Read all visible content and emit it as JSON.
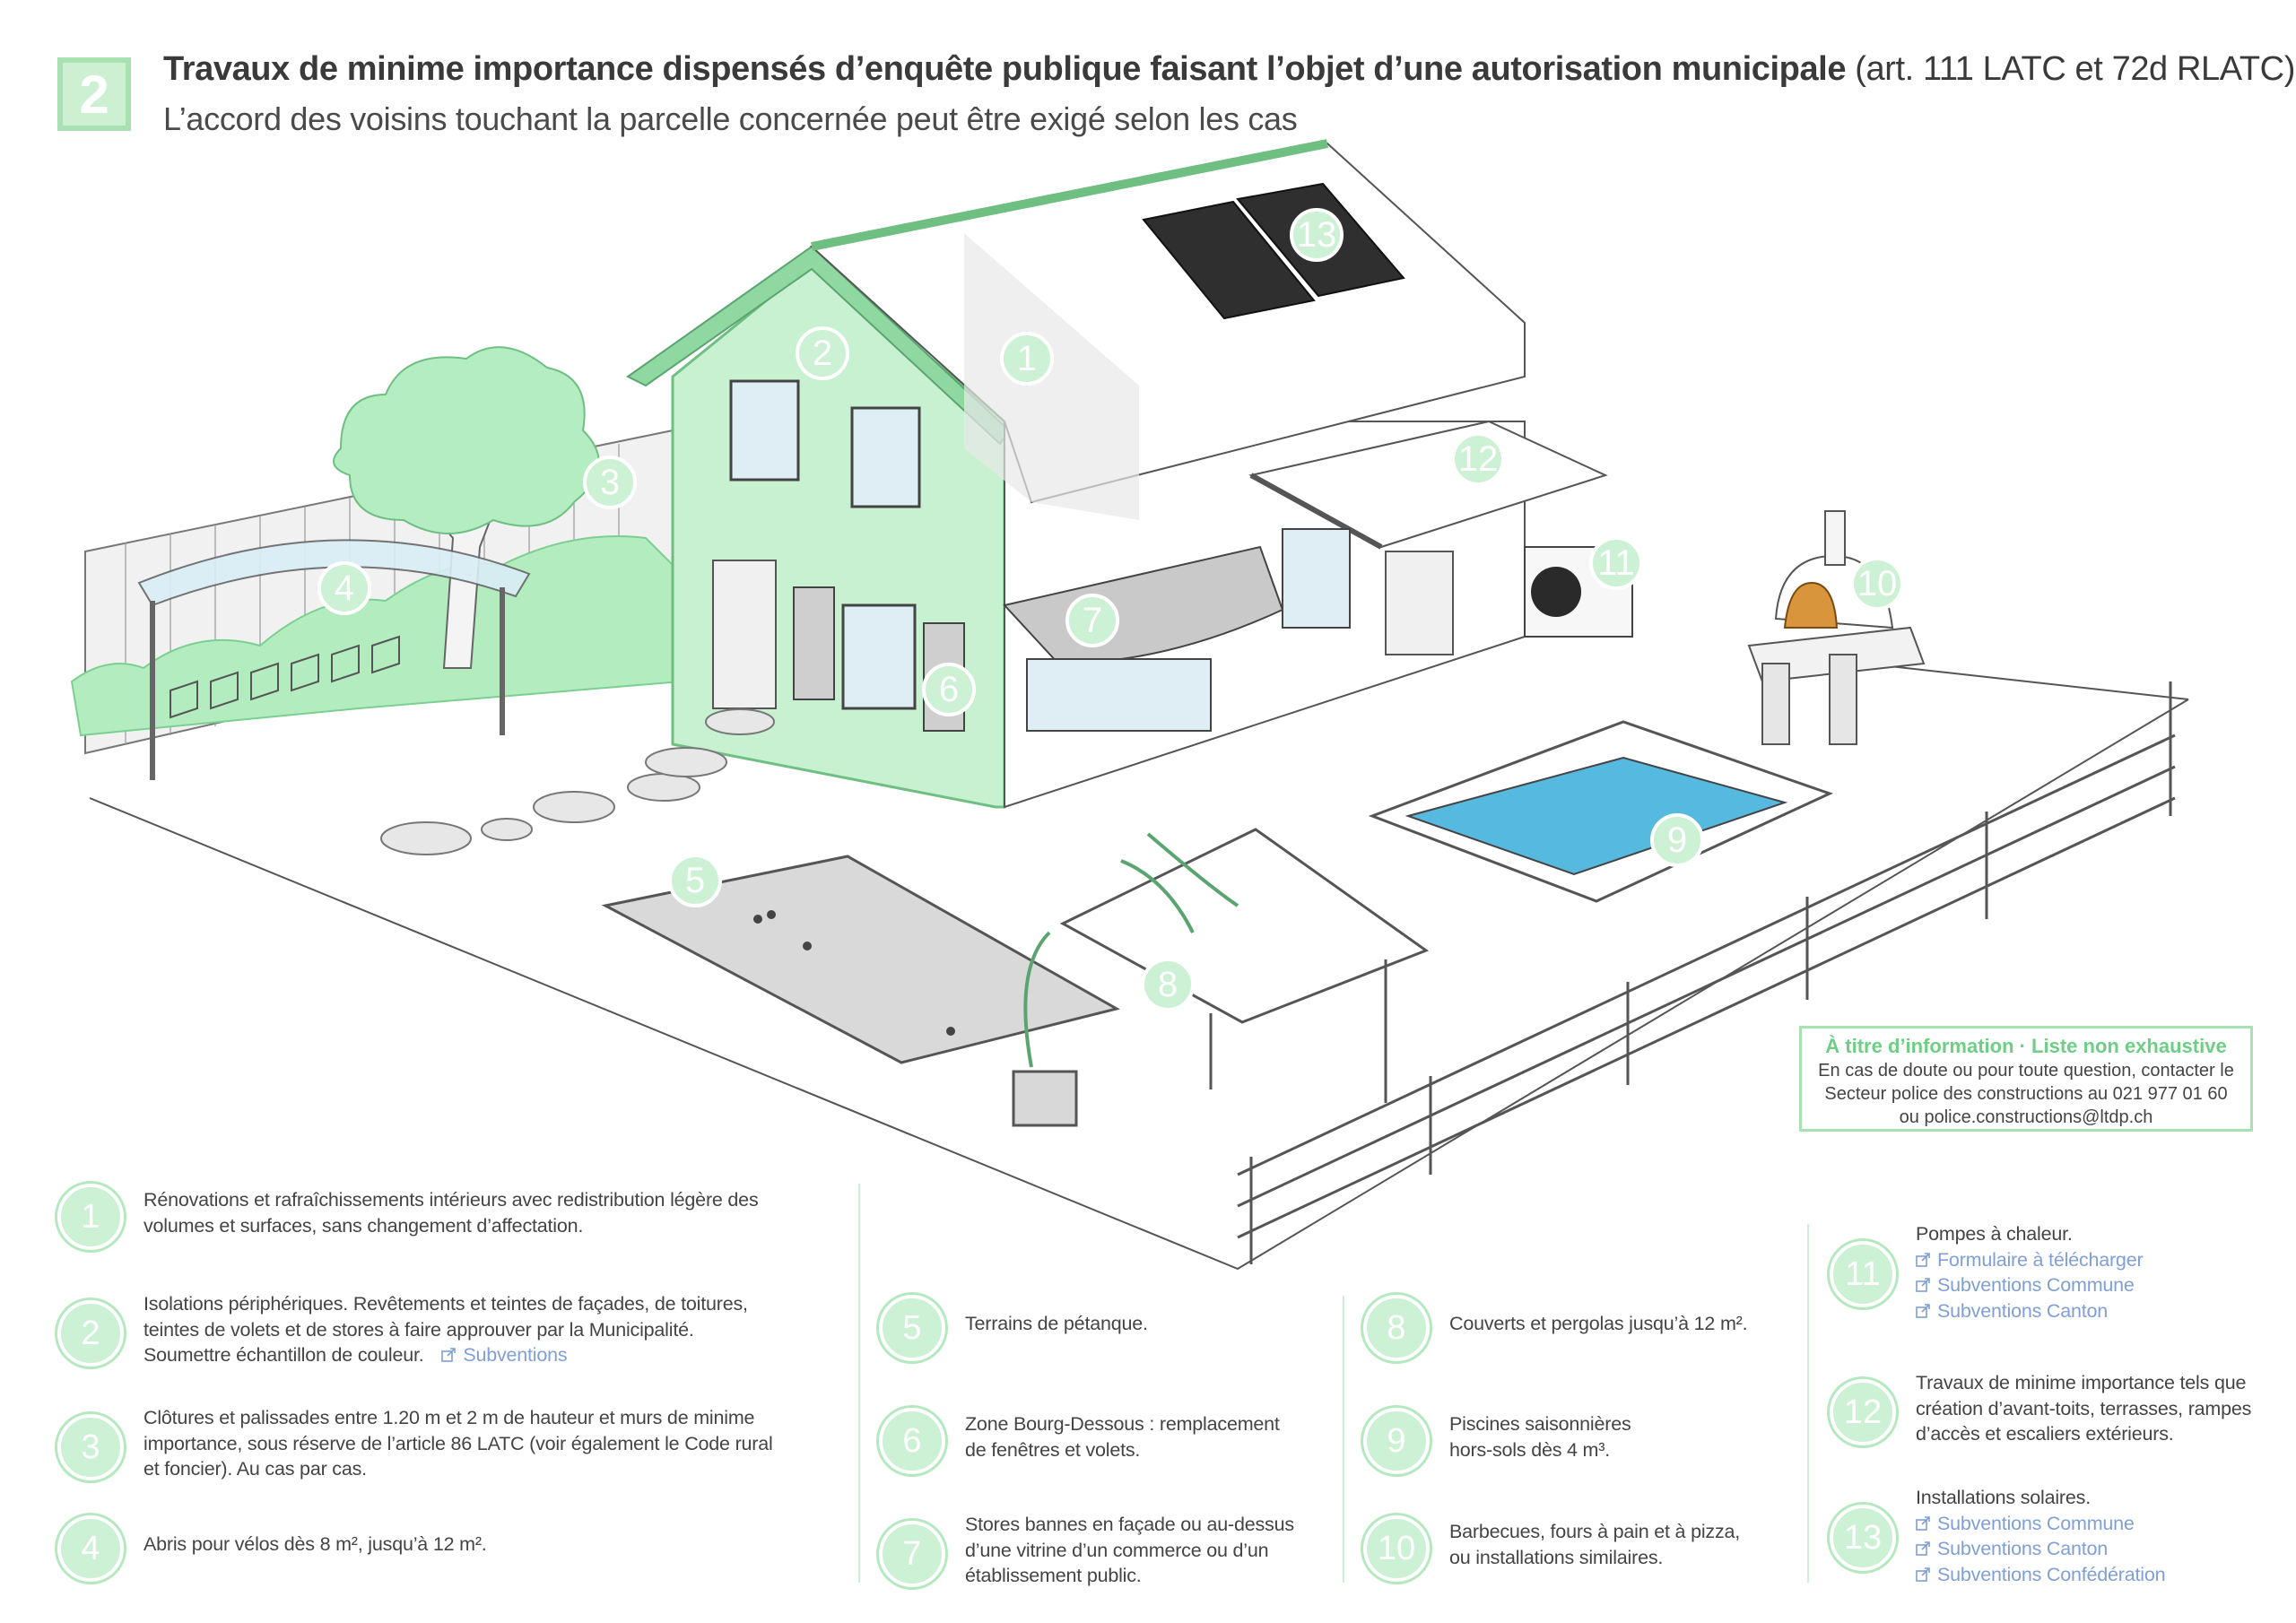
{
  "header": {
    "badge": "2",
    "title_bold": "Travaux de minime importance dispensés d’enquête publique faisant l’objet d’une autorisation municipale",
    "title_rest": " (art. 111 LATC et 72d RLATC)",
    "subtitle": "L’accord des voisins touchant la parcelle concernée peut être exigé selon les cas"
  },
  "colors": {
    "accent_green": "#a8e2b3",
    "light_green": "#ccf1d4",
    "link_blue": "#7f9fd6",
    "text_gray": "#444444"
  },
  "markers": [
    "1",
    "2",
    "3",
    "4",
    "5",
    "6",
    "7",
    "8",
    "9",
    "10",
    "11",
    "12",
    "13"
  ],
  "info_box": {
    "title": "À titre d’information · Liste non exhaustive",
    "line1": "En cas de doute ou pour toute question, contacter le",
    "line2": "Secteur police des constructions au 021 977 01 60",
    "line3": "ou police.constructions@ltdp.ch"
  },
  "legend": {
    "i1": {
      "num": "1",
      "l1": "Rénovations et rafraîchissements intérieurs avec redistribution légère des",
      "l2": "volumes et surfaces, sans changement d’affectation."
    },
    "i2": {
      "num": "2",
      "l1": "Isolations périphériques. Revêtements et teintes de façades, de toitures,",
      "l2": "teintes de volets et de stores à faire approuver par la Municipalité.",
      "l3": "Soumettre échantillon de couleur.",
      "link": "Subventions"
    },
    "i3": {
      "num": "3",
      "l1": "Clôtures et palissades entre 1.20 m et 2 m de hauteur et murs de minime",
      "l2": "importance, sous réserve de l’article 86 LATC (voir également le Code rural",
      "l3": "et foncier). Au cas par cas."
    },
    "i4": {
      "num": "4",
      "l1": "Abris pour vélos dès 8 m², jusqu’à 12 m²."
    },
    "i5": {
      "num": "5",
      "l1": "Terrains de pétanque."
    },
    "i6": {
      "num": "6",
      "l1": "Zone Bourg-Dessous : remplacement",
      "l2": "de fenêtres et volets."
    },
    "i7": {
      "num": "7",
      "l1": "Stores bannes en façade ou au-dessus",
      "l2": "d’une vitrine d’un commerce ou d’un",
      "l3": "établissement public."
    },
    "i8": {
      "num": "8",
      "l1": "Couverts et pergolas jusqu’à 12 m²."
    },
    "i9": {
      "num": "9",
      "l1": "Piscines saisonnières",
      "l2": "hors-sols dès 4 m³."
    },
    "i10": {
      "num": "10",
      "l1": "Barbecues, fours à pain et à pizza,",
      "l2": "ou installations similaires."
    },
    "i11": {
      "num": "11",
      "l1": "Pompes à chaleur.",
      "link1": "Formulaire à télécharger",
      "link2": "Subventions Commune",
      "link3": "Subventions Canton"
    },
    "i12": {
      "num": "12",
      "l1": "Travaux de minime importance tels que",
      "l2": "création d’avant-toits, terrasses, rampes",
      "l3": "d’accès et escaliers extérieurs."
    },
    "i13": {
      "num": "13",
      "l1": "Installations solaires.",
      "link1": "Subventions Commune",
      "link2": "Subventions Canton",
      "link3": "Subventions Confédération"
    }
  }
}
